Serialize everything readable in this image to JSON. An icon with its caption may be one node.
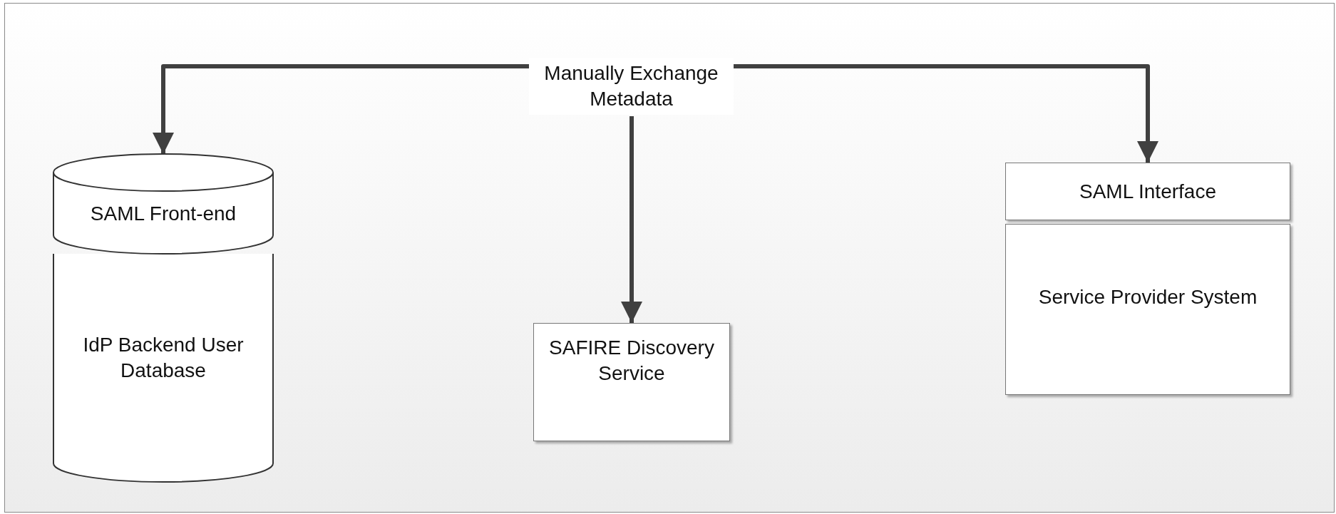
{
  "diagram": {
    "nodes": [
      {
        "text": [
          "Manually Exchange Metadata"
        ]
      },
      {
        "text": [
          "SAML Front-end"
        ]
      },
      {
        "text": [
          "IdP Backend User Database"
        ]
      },
      {
        "text": [
          "SAFIRE Discovery Service"
        ]
      },
      {
        "text": [
          "SAML Interface"
        ]
      },
      {
        "text": [
          "Service Provider System"
        ]
      }
    ],
    "edges": [
      {
        "from": 0,
        "to": 1,
        "arrow": "to"
      },
      {
        "from": 0,
        "to": 3,
        "arrow": "to"
      },
      {
        "from": 0,
        "to": 4,
        "arrow": "to"
      }
    ]
  }
}
